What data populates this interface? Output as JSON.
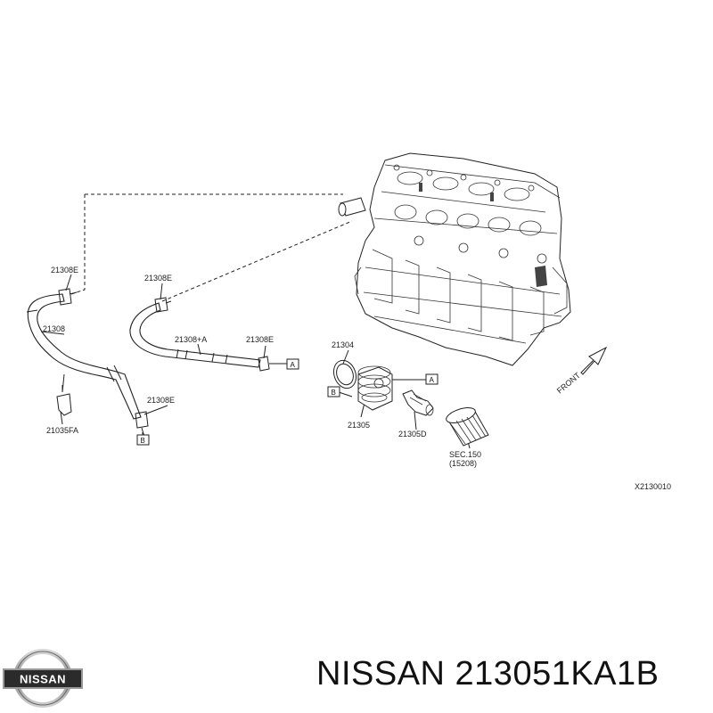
{
  "diagram": {
    "labels": {
      "p21308e_a": "21308E",
      "p21308": "21308",
      "p21035fa": "21035FA",
      "p21308e_b": "21308E",
      "p21308pa": "21308+A",
      "p21308e_c": "21308E",
      "p21308e_d": "21308E",
      "p21304": "21304",
      "p21305": "21305",
      "p21305d": "21305D",
      "sec150": "SEC.150",
      "sec15208": "(15208)",
      "front": "FRONT",
      "ref": "X2130010",
      "box_a1": "A",
      "box_a2": "A",
      "box_b1": "B",
      "box_b2": "B"
    }
  },
  "logo": {
    "text": "NISSAN"
  },
  "footer": {
    "part_text": "NISSAN 213051KA1B"
  }
}
